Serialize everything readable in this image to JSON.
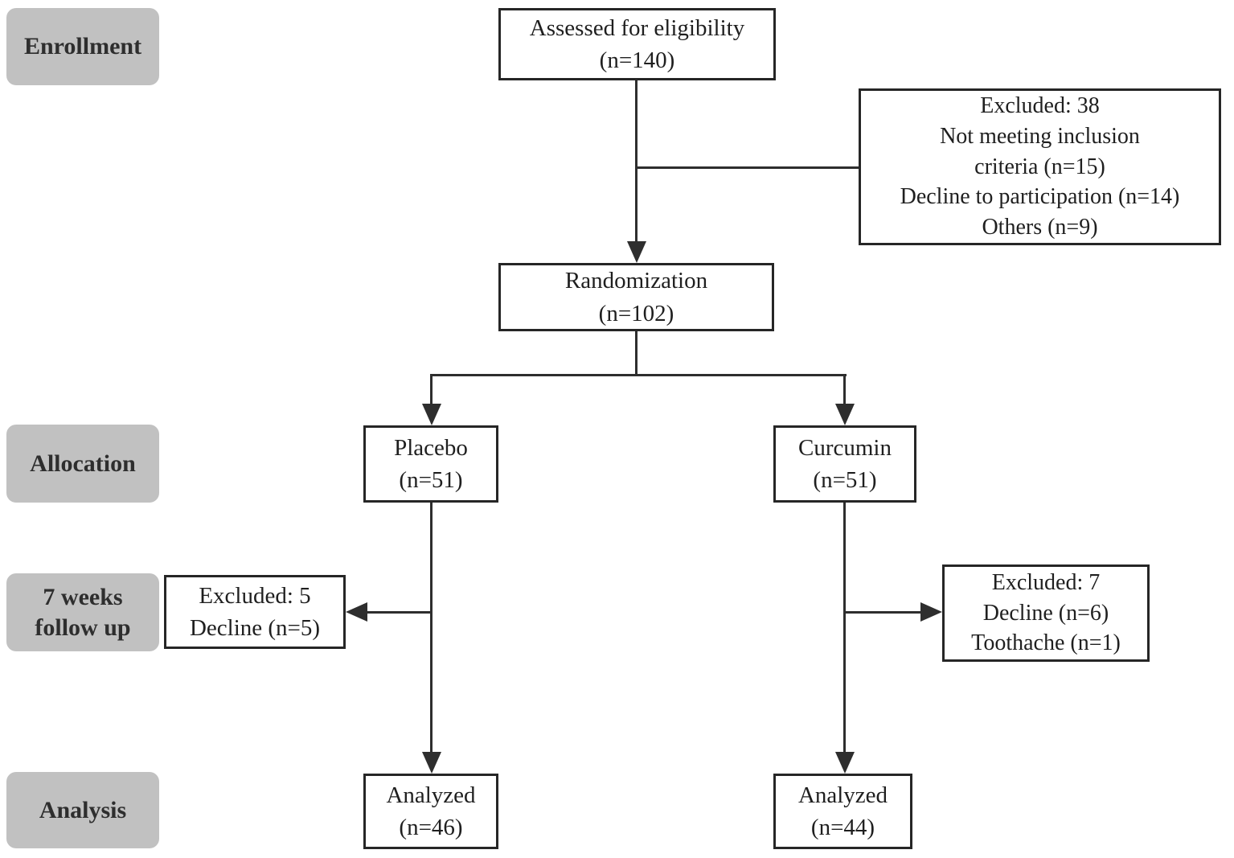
{
  "colors": {
    "stage_fill": "#c1c1c1",
    "box_border": "#262626",
    "connector": "#2e2e2e",
    "text": "#1f1f1f",
    "background": "#ffffff"
  },
  "stages": {
    "enrollment": "Enrollment",
    "allocation": "Allocation",
    "followup": {
      "lines": [
        "7 weeks",
        "follow up"
      ]
    },
    "analysis": "Analysis"
  },
  "boxes": {
    "assessed": {
      "lines": [
        "Assessed for eligibility",
        "(n=140)"
      ]
    },
    "excluded_enrollment": {
      "lines": [
        "Excluded: 38",
        "Not meeting inclusion",
        "criteria (n=15)",
        "Decline to participation (n=14)",
        "Others (n=9)"
      ]
    },
    "randomization": {
      "lines": [
        "Randomization",
        "(n=102)"
      ]
    },
    "placebo": {
      "lines": [
        "Placebo",
        "(n=51)"
      ]
    },
    "curcumin": {
      "lines": [
        "Curcumin",
        "(n=51)"
      ]
    },
    "excluded_placebo": {
      "lines": [
        "Excluded: 5",
        "Decline (n=5)"
      ]
    },
    "excluded_curcumin": {
      "lines": [
        "Excluded: 7",
        "Decline (n=6)",
        "Toothache (n=1)"
      ]
    },
    "analyzed_placebo": {
      "lines": [
        "Analyzed",
        "(n=46)"
      ]
    },
    "analyzed_curcumin": {
      "lines": [
        "Analyzed",
        "(n=44)"
      ]
    }
  }
}
